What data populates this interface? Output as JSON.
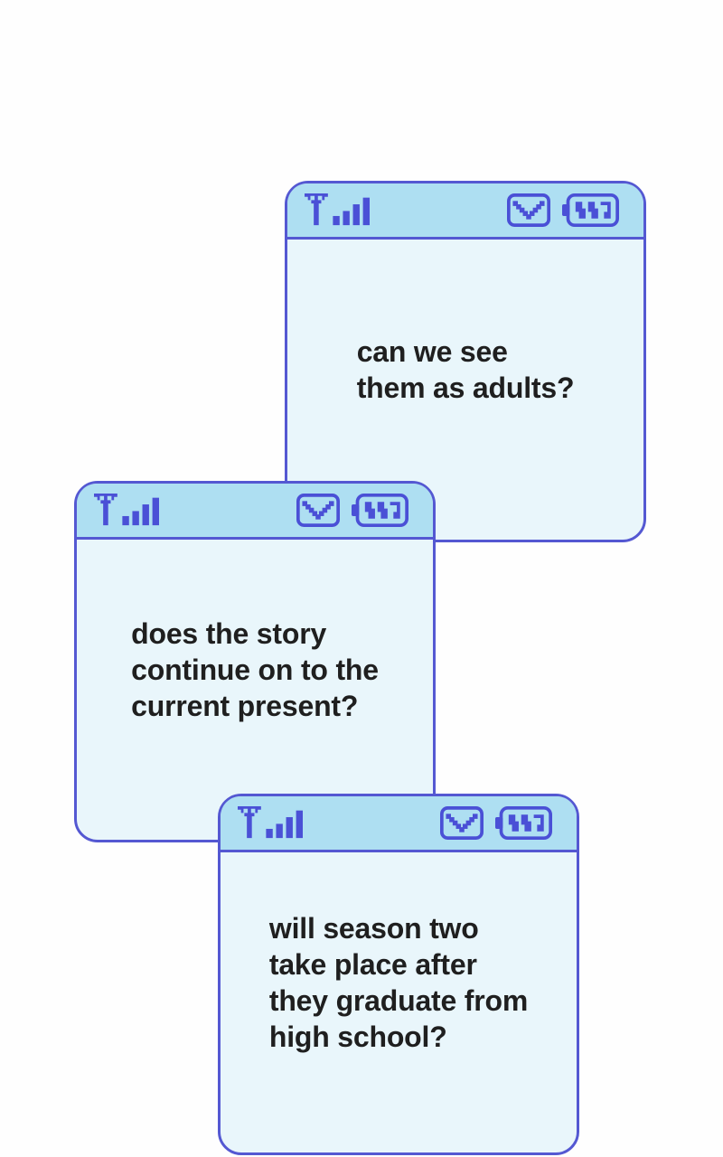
{
  "theme": {
    "page_bg": "#fefefe",
    "window_border": "#5458d2",
    "header_bg": "#aedff2",
    "body_bg": "#e9f6fb",
    "icon_color": "#4a50d6",
    "text_color": "#1f1f1f"
  },
  "windows": [
    {
      "id": "top-right",
      "status_icons": [
        "signal-strength-icon",
        "mail-icon",
        "battery-icon"
      ],
      "message": "can we see\nthem as adults?"
    },
    {
      "id": "middle-left",
      "status_icons": [
        "signal-strength-icon",
        "mail-icon",
        "battery-icon"
      ],
      "message": "does the story\ncontinue on to the\ncurrent present?"
    },
    {
      "id": "bottom-center",
      "status_icons": [
        "signal-strength-icon",
        "mail-icon",
        "battery-icon"
      ],
      "message": "will season two\ntake place after\nthey graduate from\nhigh school?"
    }
  ]
}
